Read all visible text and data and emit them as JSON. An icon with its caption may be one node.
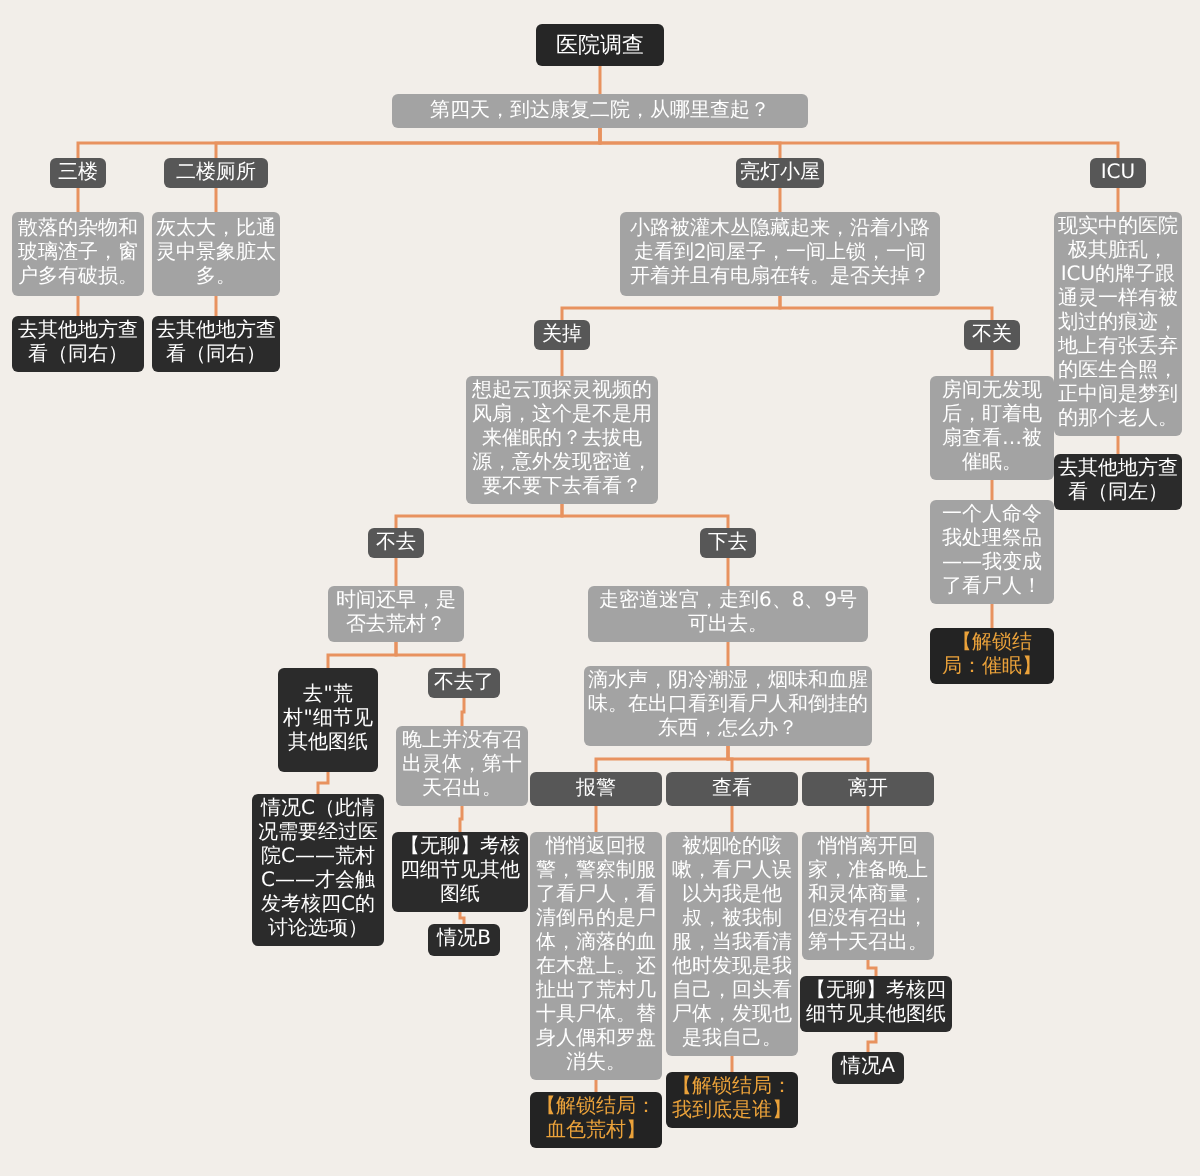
{
  "diagram": {
    "nodes": [
      {
        "text": [
          "医院调查"
        ]
      },
      {
        "text": [
          "第四天，到达康复二院，从哪里查起？"
        ]
      },
      {
        "text": [
          "三楼"
        ]
      },
      {
        "text": [
          "二楼厕所"
        ]
      },
      {
        "text": [
          "亮灯小屋"
        ]
      },
      {
        "text": [
          "ICU"
        ]
      },
      {
        "text": [
          "散落的杂物和玻璃渣子，窗户多有破损。"
        ]
      },
      {
        "text": [
          "去其他地方查看（同右）"
        ]
      },
      {
        "text": [
          "灰太大，比通灵中景象脏太多。"
        ]
      },
      {
        "text": [
          "去其他地方查看（同右）"
        ]
      },
      {
        "text": [
          "小路被灌木丛隐藏起来，沿着小路走看到2间屋子，一间上锁，一间开着并且有电扇在转。是否关掉？"
        ]
      },
      {
        "text": [
          "现实中的医院极其脏乱，ICU的牌子跟通灵一样有被划过的痕迹，地上有张丢弃的医生合照，正中间是梦到的那个老人。"
        ]
      },
      {
        "text": [
          "去其他地方查看（同左）"
        ]
      },
      {
        "text": [
          "关掉"
        ]
      },
      {
        "text": [
          "不关"
        ]
      },
      {
        "text": [
          "想起云顶探灵视频的风扇，这个是不是用来催眠的？去拔电源，意外发现密道，要不要下去看看？"
        ]
      },
      {
        "text": [
          "房间无发现后，盯着电扇查看…被催眠。"
        ]
      },
      {
        "text": [
          "不去"
        ]
      },
      {
        "text": [
          "下去"
        ]
      },
      {
        "text": [
          "一个人命令我处理祭品——我变成了看尸人！"
        ]
      },
      {
        "text": [
          "时间还早，是否去荒村？"
        ]
      },
      {
        "text": [
          "走密道迷宫，走到6、8、9号可出去。"
        ]
      },
      {
        "text": [
          "【解锁结局：催眠】"
        ]
      },
      {
        "text": [
          "去\"荒村\"细节见其他图纸"
        ]
      },
      {
        "text": [
          "不去了"
        ]
      },
      {
        "text": [
          "滴水声，阴冷潮湿，烟味和血腥味。在出口看到看尸人和倒挂的东西，怎么办？"
        ]
      },
      {
        "text": [
          "晚上并没有召出灵体，第十天召出。"
        ]
      },
      {
        "text": [
          "报警"
        ]
      },
      {
        "text": [
          "查看"
        ]
      },
      {
        "text": [
          "离开"
        ]
      },
      {
        "text": [
          "情况C（此情况需要经过医院C——荒村C——才会触发考核四C的讨论选项）"
        ]
      },
      {
        "text": [
          "【无聊】考核四细节见其他图纸"
        ]
      },
      {
        "text": [
          "悄悄返回报警，警察制服了看尸人，看清倒吊的是尸体，滴落的血在木盘上。还扯出了荒村几十具尸体。替身人偶和罗盘消失。"
        ]
      },
      {
        "text": [
          "被烟呛的咳嗽，看尸人误以为我是他叔，被我制服，当我看清他时发现是我自己，回头看尸体，发现也是我自己。"
        ]
      },
      {
        "text": [
          "悄悄离开回家，准备晚上和灵体商量，但没有召出，第十天召出。"
        ]
      },
      {
        "text": [
          "情况B"
        ]
      },
      {
        "text": [
          "【无聊】考核四细节见其他图纸"
        ]
      },
      {
        "text": [
          "情况A"
        ]
      },
      {
        "text": [
          "【解锁结局：血色荒村】"
        ]
      },
      {
        "text": [
          "【解锁结局：我到底是谁】"
        ]
      }
    ],
    "edges": [
      {
        "from": 0,
        "to": 1,
        "arrow": "none"
      },
      {
        "from": 1,
        "to": 2,
        "arrow": "none"
      },
      {
        "from": 1,
        "to": 3,
        "arrow": "none"
      },
      {
        "from": 1,
        "to": 4,
        "arrow": "none"
      },
      {
        "from": 1,
        "to": 5,
        "arrow": "none"
      },
      {
        "from": 2,
        "to": 6,
        "arrow": "none"
      },
      {
        "from": 6,
        "to": 7,
        "arrow": "none"
      },
      {
        "from": 3,
        "to": 8,
        "arrow": "none"
      },
      {
        "from": 8,
        "to": 9,
        "arrow": "none"
      },
      {
        "from": 4,
        "to": 10,
        "arrow": "none"
      },
      {
        "from": 5,
        "to": 11,
        "arrow": "none"
      },
      {
        "from": 11,
        "to": 12,
        "arrow": "none"
      },
      {
        "from": 10,
        "to": 13,
        "arrow": "none"
      },
      {
        "from": 10,
        "to": 14,
        "arrow": "none"
      },
      {
        "from": 13,
        "to": 15,
        "arrow": "none"
      },
      {
        "from": 14,
        "to": 16,
        "arrow": "none"
      },
      {
        "from": 16,
        "to": 19,
        "arrow": "none"
      },
      {
        "from": 19,
        "to": 22,
        "arrow": "none"
      },
      {
        "from": 15,
        "to": 17,
        "arrow": "none"
      },
      {
        "from": 15,
        "to": 18,
        "arrow": "none"
      },
      {
        "from": 17,
        "to": 20,
        "arrow": "none"
      },
      {
        "from": 20,
        "to": 23,
        "arrow": "none"
      },
      {
        "from": 20,
        "to": 24,
        "arrow": "none"
      },
      {
        "from": 23,
        "to": 30,
        "arrow": "none"
      },
      {
        "from": 24,
        "to": 26,
        "arrow": "none"
      },
      {
        "from": 26,
        "to": 31,
        "arrow": "none"
      },
      {
        "from": 31,
        "to": 35,
        "arrow": "none"
      },
      {
        "from": 18,
        "to": 21,
        "arrow": "none"
      },
      {
        "from": 21,
        "to": 25,
        "arrow": "none"
      },
      {
        "from": 25,
        "to": 27,
        "arrow": "none"
      },
      {
        "from": 25,
        "to": 28,
        "arrow": "none"
      },
      {
        "from": 25,
        "to": 29,
        "arrow": "none"
      },
      {
        "from": 27,
        "to": 32,
        "arrow": "none"
      },
      {
        "from": 32,
        "to": 38,
        "arrow": "none"
      },
      {
        "from": 28,
        "to": 33,
        "arrow": "none"
      },
      {
        "from": 33,
        "to": 39,
        "arrow": "none"
      },
      {
        "from": 29,
        "to": 34,
        "arrow": "none"
      },
      {
        "from": 34,
        "to": 36,
        "arrow": "none"
      },
      {
        "from": 36,
        "to": 37,
        "arrow": "none"
      }
    ]
  }
}
